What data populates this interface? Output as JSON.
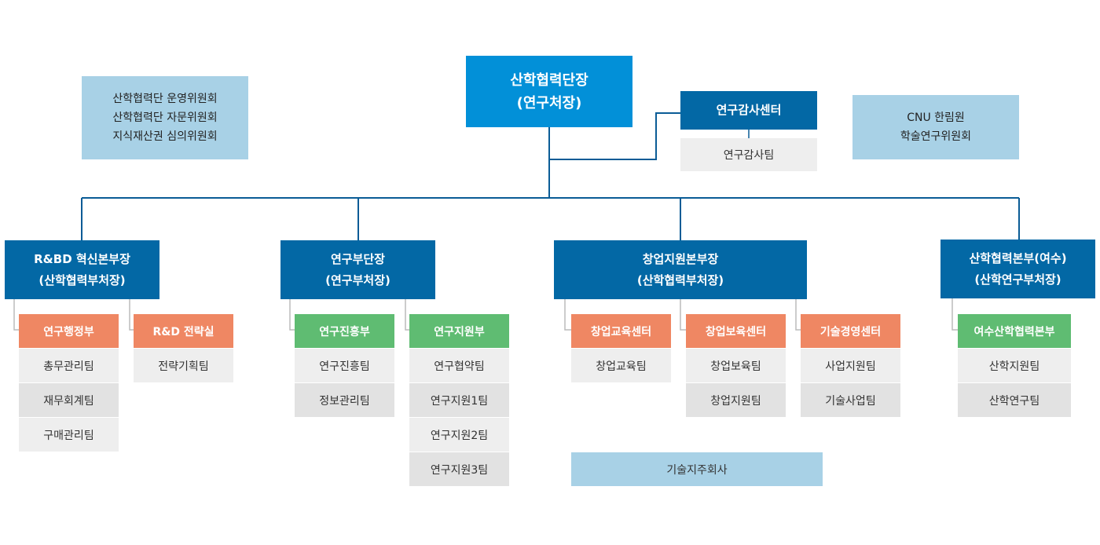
{
  "colors": {
    "top": "#0290d8",
    "head": "#0368a5",
    "light": "#a8d1e6",
    "orange": "#ef8763",
    "green": "#5fbc72",
    "line": "#0a5c96",
    "sub_connector": "#bbbbbb"
  },
  "top_box": {
    "line1": "산학협력단장",
    "line2": "(연구처장)"
  },
  "committees": [
    "산학협력단 운영위원회",
    "산학협력단 자문위원회",
    "지식재산권 심의위원회"
  ],
  "audit": {
    "head": "연구감사센터",
    "team": "연구감사팀"
  },
  "cnu": {
    "line1": "CNU 한림원",
    "line2": "학술연구위원회"
  },
  "divisions": [
    {
      "line1": "R&BD 혁신본부장",
      "line2": "(산학협력부처장)"
    },
    {
      "line1": "연구부단장",
      "line2": "(연구부처장)"
    },
    {
      "line1": "창업지원본부장",
      "line2": "(산학협력부처장)"
    },
    {
      "line1": "산학협력본부(여수)",
      "line2": "(산학연구부처장)"
    }
  ],
  "units": [
    {
      "name": "연구행정부",
      "teams": [
        "총무관리팀",
        "재무회계팀",
        "구매관리팀"
      ]
    },
    {
      "name": "R&D 전략실",
      "teams": [
        "전략기획팀"
      ]
    },
    {
      "name": "연구진흥부",
      "teams": [
        "연구진흥팀",
        "정보관리팀"
      ]
    },
    {
      "name": "연구지원부",
      "teams": [
        "연구협약팀",
        "연구지원1팀",
        "연구지원2팀",
        "연구지원3팀"
      ]
    },
    {
      "name": "창업교육센터",
      "teams": [
        "창업교육팀"
      ]
    },
    {
      "name": "창업보육센터",
      "teams": [
        "창업보육팀",
        "창업지원팀"
      ]
    },
    {
      "name": "기술경영센터",
      "teams": [
        "사업지원팀",
        "기술사업팀"
      ]
    },
    {
      "name": "여수산학협력본부",
      "teams": [
        "산학지원팀",
        "산학연구팀"
      ]
    }
  ],
  "holding_company": "기술지주회사"
}
